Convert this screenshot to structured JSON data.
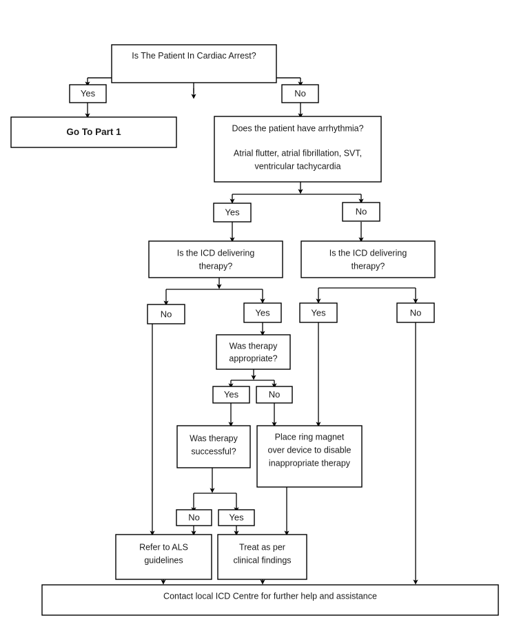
{
  "diagram": {
    "title": "ICD patient management flowchart",
    "background_color": "#ffffff",
    "line_color": "#000000",
    "box_fill": "#ffffff",
    "text_color": "#1a1a1a",
    "nodes": {
      "cardiac_arrest": {
        "label": "Is The Patient In Cardiac Arrest?"
      },
      "ca_yes": {
        "label": "Yes"
      },
      "ca_no": {
        "label": "No"
      },
      "go_to_part1": {
        "label": "Go To Part 1"
      },
      "arrhythmia_line1": {
        "label": "Does the patient have arrhythmia?"
      },
      "arrhythmia_line2": {
        "label": "Atrial flutter, atrial fibrillation, SVT,"
      },
      "arrhythmia_line3": {
        "label": "ventricular tachycardia"
      },
      "arr_yes": {
        "label": "Yes"
      },
      "arr_no": {
        "label": "No"
      },
      "icd_left_line1": {
        "label": "Is the ICD delivering"
      },
      "icd_left_line2": {
        "label": "therapy?"
      },
      "icd_right_line1": {
        "label": "Is the ICD delivering"
      },
      "icd_right_line2": {
        "label": "therapy?"
      },
      "icdl_no": {
        "label": "No"
      },
      "icdl_yes": {
        "label": "Yes"
      },
      "icdr_yes": {
        "label": "Yes"
      },
      "icdr_no": {
        "label": "No"
      },
      "therapy_appropriate_line1": {
        "label": "Was therapy"
      },
      "therapy_appropriate_line2": {
        "label": "appropriate?"
      },
      "appr_yes": {
        "label": "Yes"
      },
      "appr_no": {
        "label": "No"
      },
      "therapy_successful_line1": {
        "label": "Was therapy"
      },
      "therapy_successful_line2": {
        "label": "successful?"
      },
      "magnet_line1": {
        "label": "Place ring magnet"
      },
      "magnet_line2": {
        "label": "over device to disable"
      },
      "magnet_line3": {
        "label": "inappropriate therapy"
      },
      "succ_no": {
        "label": "No"
      },
      "succ_yes": {
        "label": "Yes"
      },
      "refer_als_line1": {
        "label": "Refer to ALS"
      },
      "refer_als_line2": {
        "label": "guidelines"
      },
      "treat_line1": {
        "label": "Treat as per"
      },
      "treat_line2": {
        "label": "clinical findings"
      },
      "contact": {
        "label": "Contact local ICD Centre for further help and assistance"
      }
    }
  }
}
